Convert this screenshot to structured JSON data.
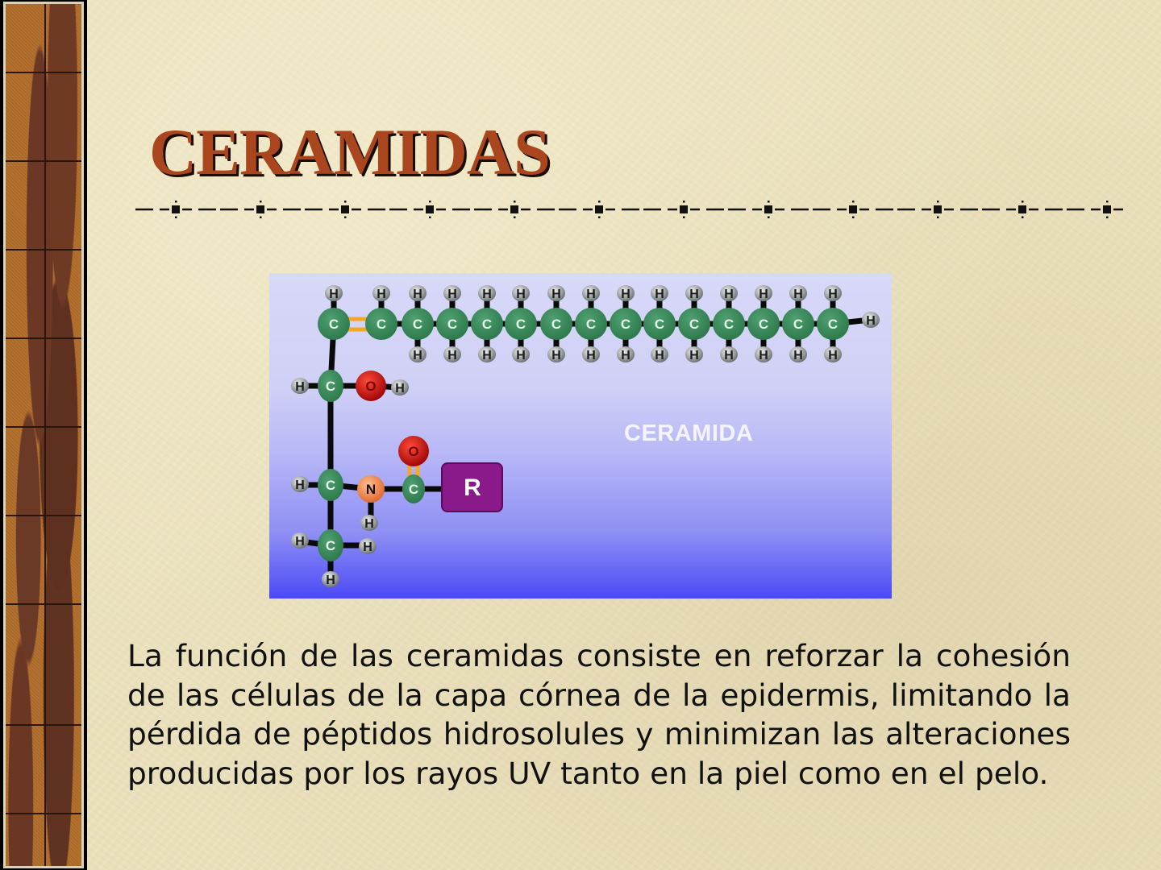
{
  "slide": {
    "title": "CERAMIDAS",
    "colors": {
      "background": "#e9dfbb",
      "title": "#a9461e",
      "title_shadow": "#1a0d05",
      "sidebar_base": "#b3702e",
      "sidebar_dark": "#6b3825",
      "figure_top": "#d8d8f8",
      "figure_bottom": "#4a4af5",
      "carbon": "#2e7a4e",
      "oxygen": "#d01010",
      "nitrogen": "#f08a50",
      "hydrogen": "#b8bcbc",
      "r_group": "#8a1a8a",
      "double_bond": "#f5a623"
    },
    "figure": {
      "label": "CERAMIDA",
      "r_group_label": "R",
      "atom_labels": {
        "carbon": "C",
        "hydrogen": "H",
        "oxygen": "O",
        "nitrogen": "N"
      },
      "chain_carbon_count": 15
    },
    "body": {
      "paragraph": "La función de las ceramidas consiste en reforzar la cohesión de las células de la capa córnea de la epidermis, limitando la pérdida de péptidos hidrosolules y minimizan las alteraciones producidas por los rayos UV tanto en la piel como en el pelo."
    }
  }
}
